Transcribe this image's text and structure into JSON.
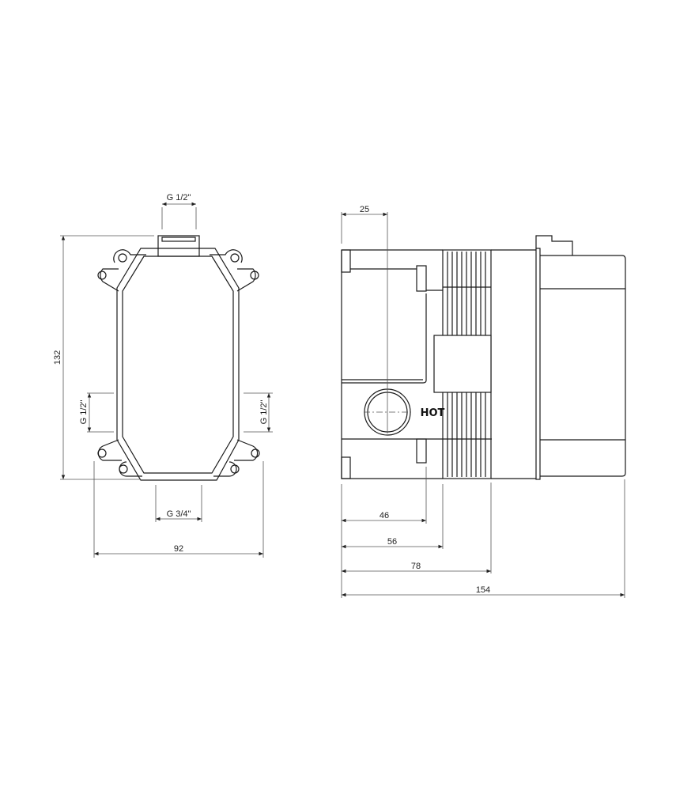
{
  "drawing": {
    "front_view": {
      "top_outlet_label": "G 1/2\"",
      "left_inlet_label": "G 1/2\"",
      "right_inlet_label": "G 1/2\"",
      "bottom_outlet_label": "G 3/4\"",
      "height_label": "132",
      "width_label": "92"
    },
    "side_view": {
      "center_offset_label": "25",
      "inlet_marking": "HOT",
      "depth_labels": [
        "46",
        "56",
        "78",
        "154"
      ]
    }
  }
}
